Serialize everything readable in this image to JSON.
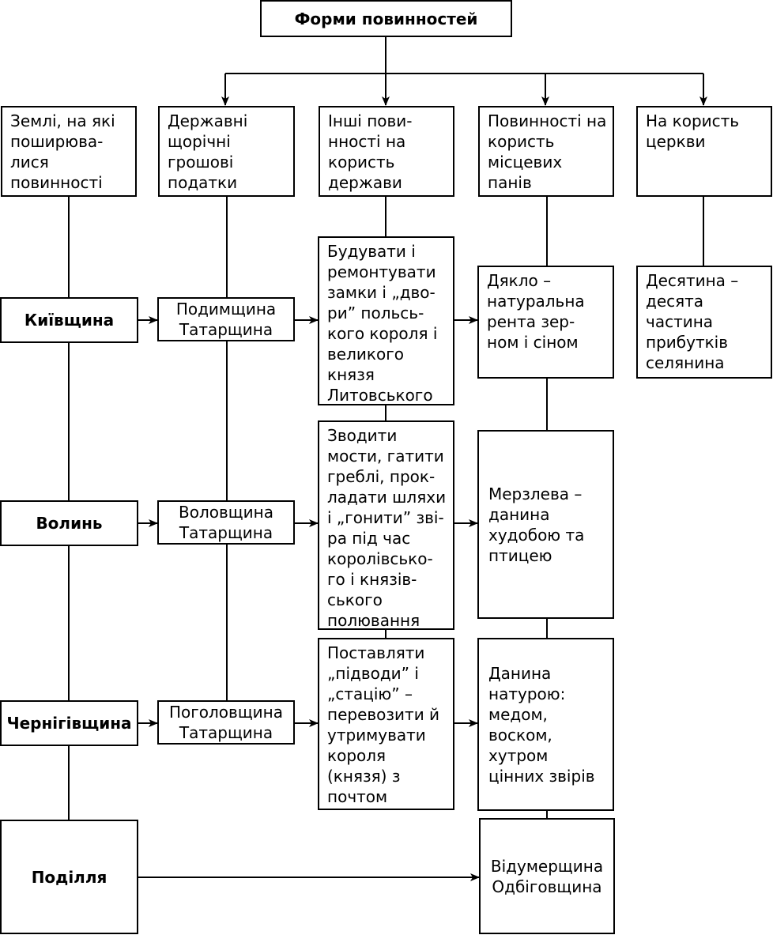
{
  "title": "Форми повинностей",
  "categories": {
    "lands": "Землі, на які\nпоширюва-\nлися\nповинності",
    "state_taxes": "Державні\nщорічні\nгрошові\nподатки",
    "other_state": "Інші пови-\nнності на\nкористь\nдержави",
    "local_lords": "Повинності на\nкористь\nмісцевих\nпанів",
    "church": "На користь\nцеркви"
  },
  "lands": {
    "kyiv": "Київщина",
    "volyn": "Волинь",
    "chernihiv": "Чернігівщина",
    "podillia": "Поділля"
  },
  "taxes": {
    "kyiv": "Подимщина\nТатарщина",
    "volyn": "Воловщина\nТатарщина",
    "chernihiv": "Поголовщина\nТатарщина"
  },
  "other_duties": {
    "castles": "Будувати і\nремонтувати\nзамки і „дво-\nри” польсь-\nкого короля і\nвеликого\nкнязя\nЛитовського",
    "bridges": "Зводити\nмости, гатити\nгреблі, прок-\nладати шляхи\nі „гонити” зві-\nра під час\nкоролівсько-\nго і князів-\nського\nполювання",
    "carts": "Поставляти\n„підводи” і\n„стацію” –\nперевозити й\nутримувати\nкороля\n(князя) з\nпочтом"
  },
  "lord_duties": {
    "dyaklo": "Дякло –\nнатуральна\nрента зер-\nном і сіном",
    "merzleva": "Мерзлева –\nданина\nхудобою та\nптицею",
    "tribute": "Данина\nнатурою:\nмедом,\nвоском,\nхутром\nцінних звірів",
    "vidumer": "Відумерщина\nОдбіговщина"
  },
  "church_duties": {
    "tithe": "Десятина –\nдесята\nчастина\nприбутків\nселянина"
  }
}
